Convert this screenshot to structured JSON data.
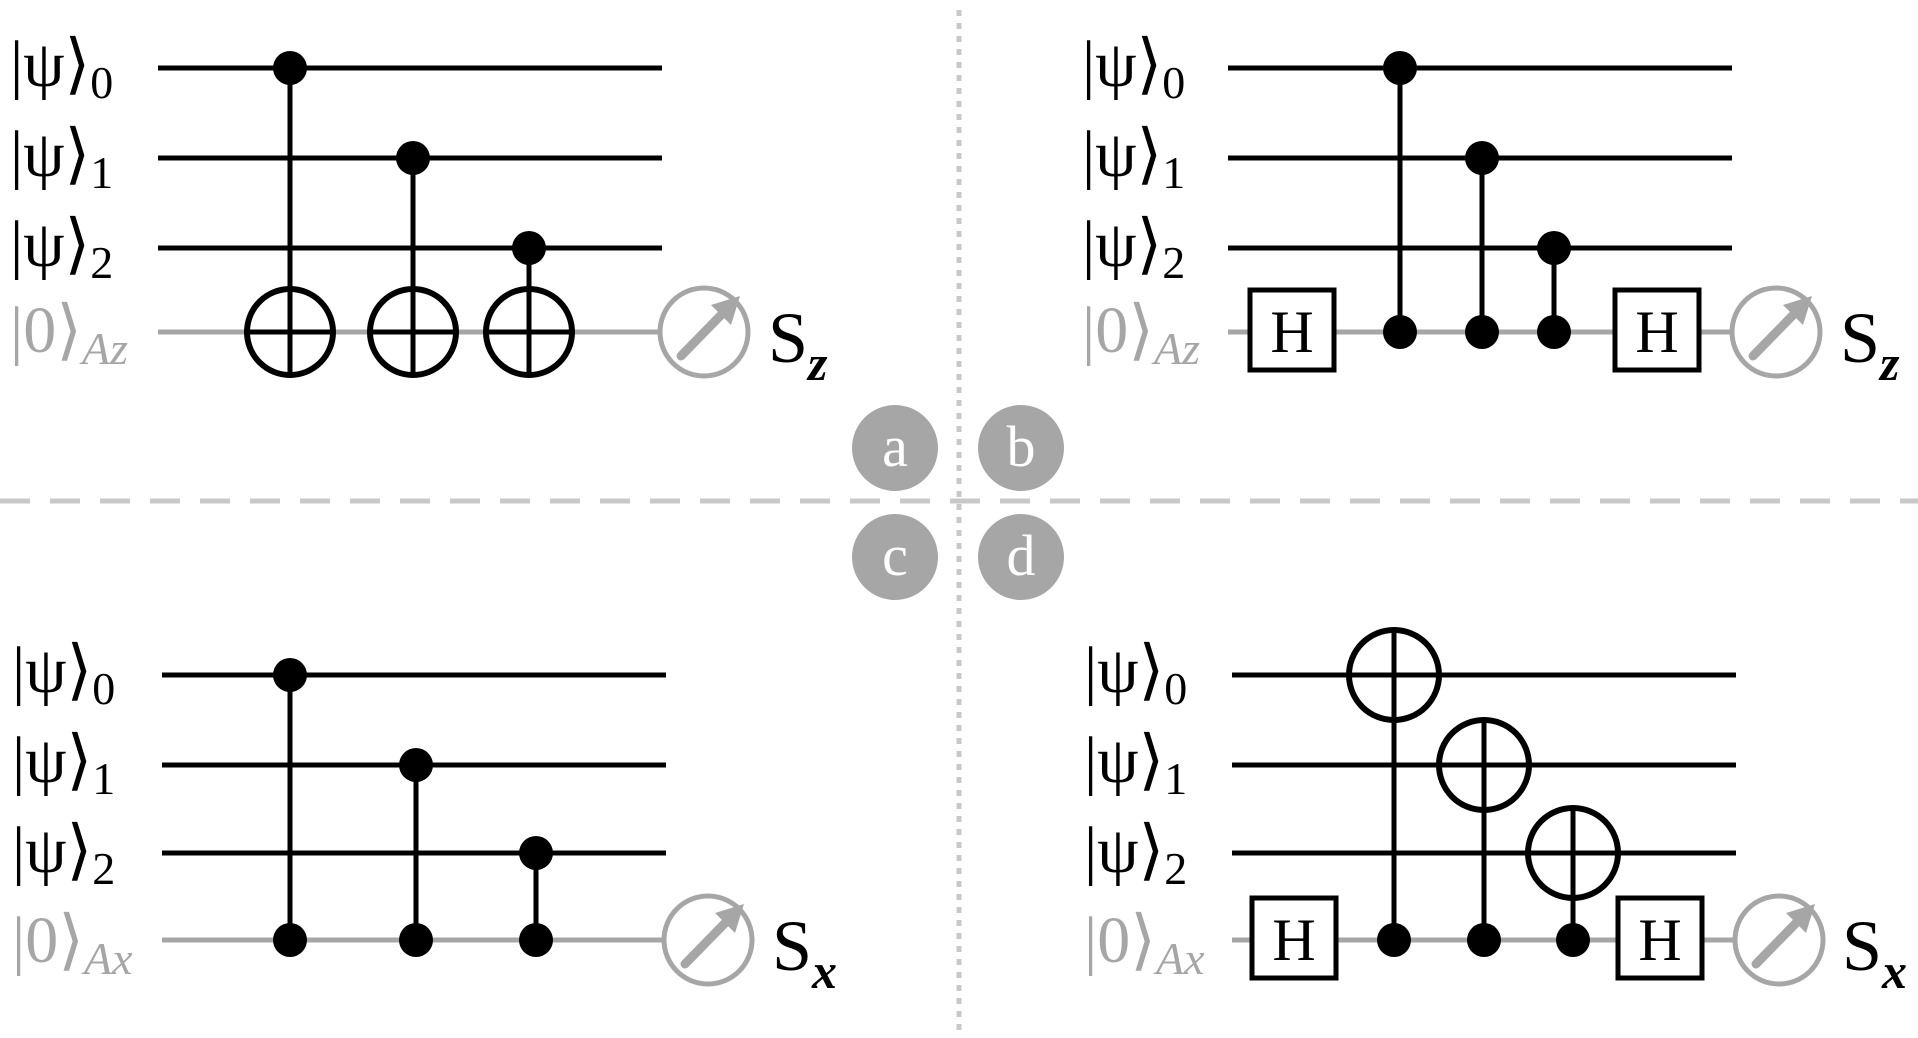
{
  "panel_letters": {
    "a": "a",
    "b": "b",
    "c": "c",
    "d": "d"
  },
  "qubits": [
    "0",
    "1",
    "2"
  ],
  "ancilla": {
    "ket": "0",
    "z_sub": "Az",
    "x_sub": "Ax"
  },
  "psi": "ψ",
  "measurement": {
    "z": {
      "base": "S",
      "sub": "z"
    },
    "x": {
      "base": "S",
      "sub": "x"
    }
  },
  "gate_h": "H",
  "colors": {
    "wire": "#000000",
    "ancilla": "#a6a6a6",
    "badge": "#a6a6a6",
    "divider": "#c8c8c8"
  }
}
